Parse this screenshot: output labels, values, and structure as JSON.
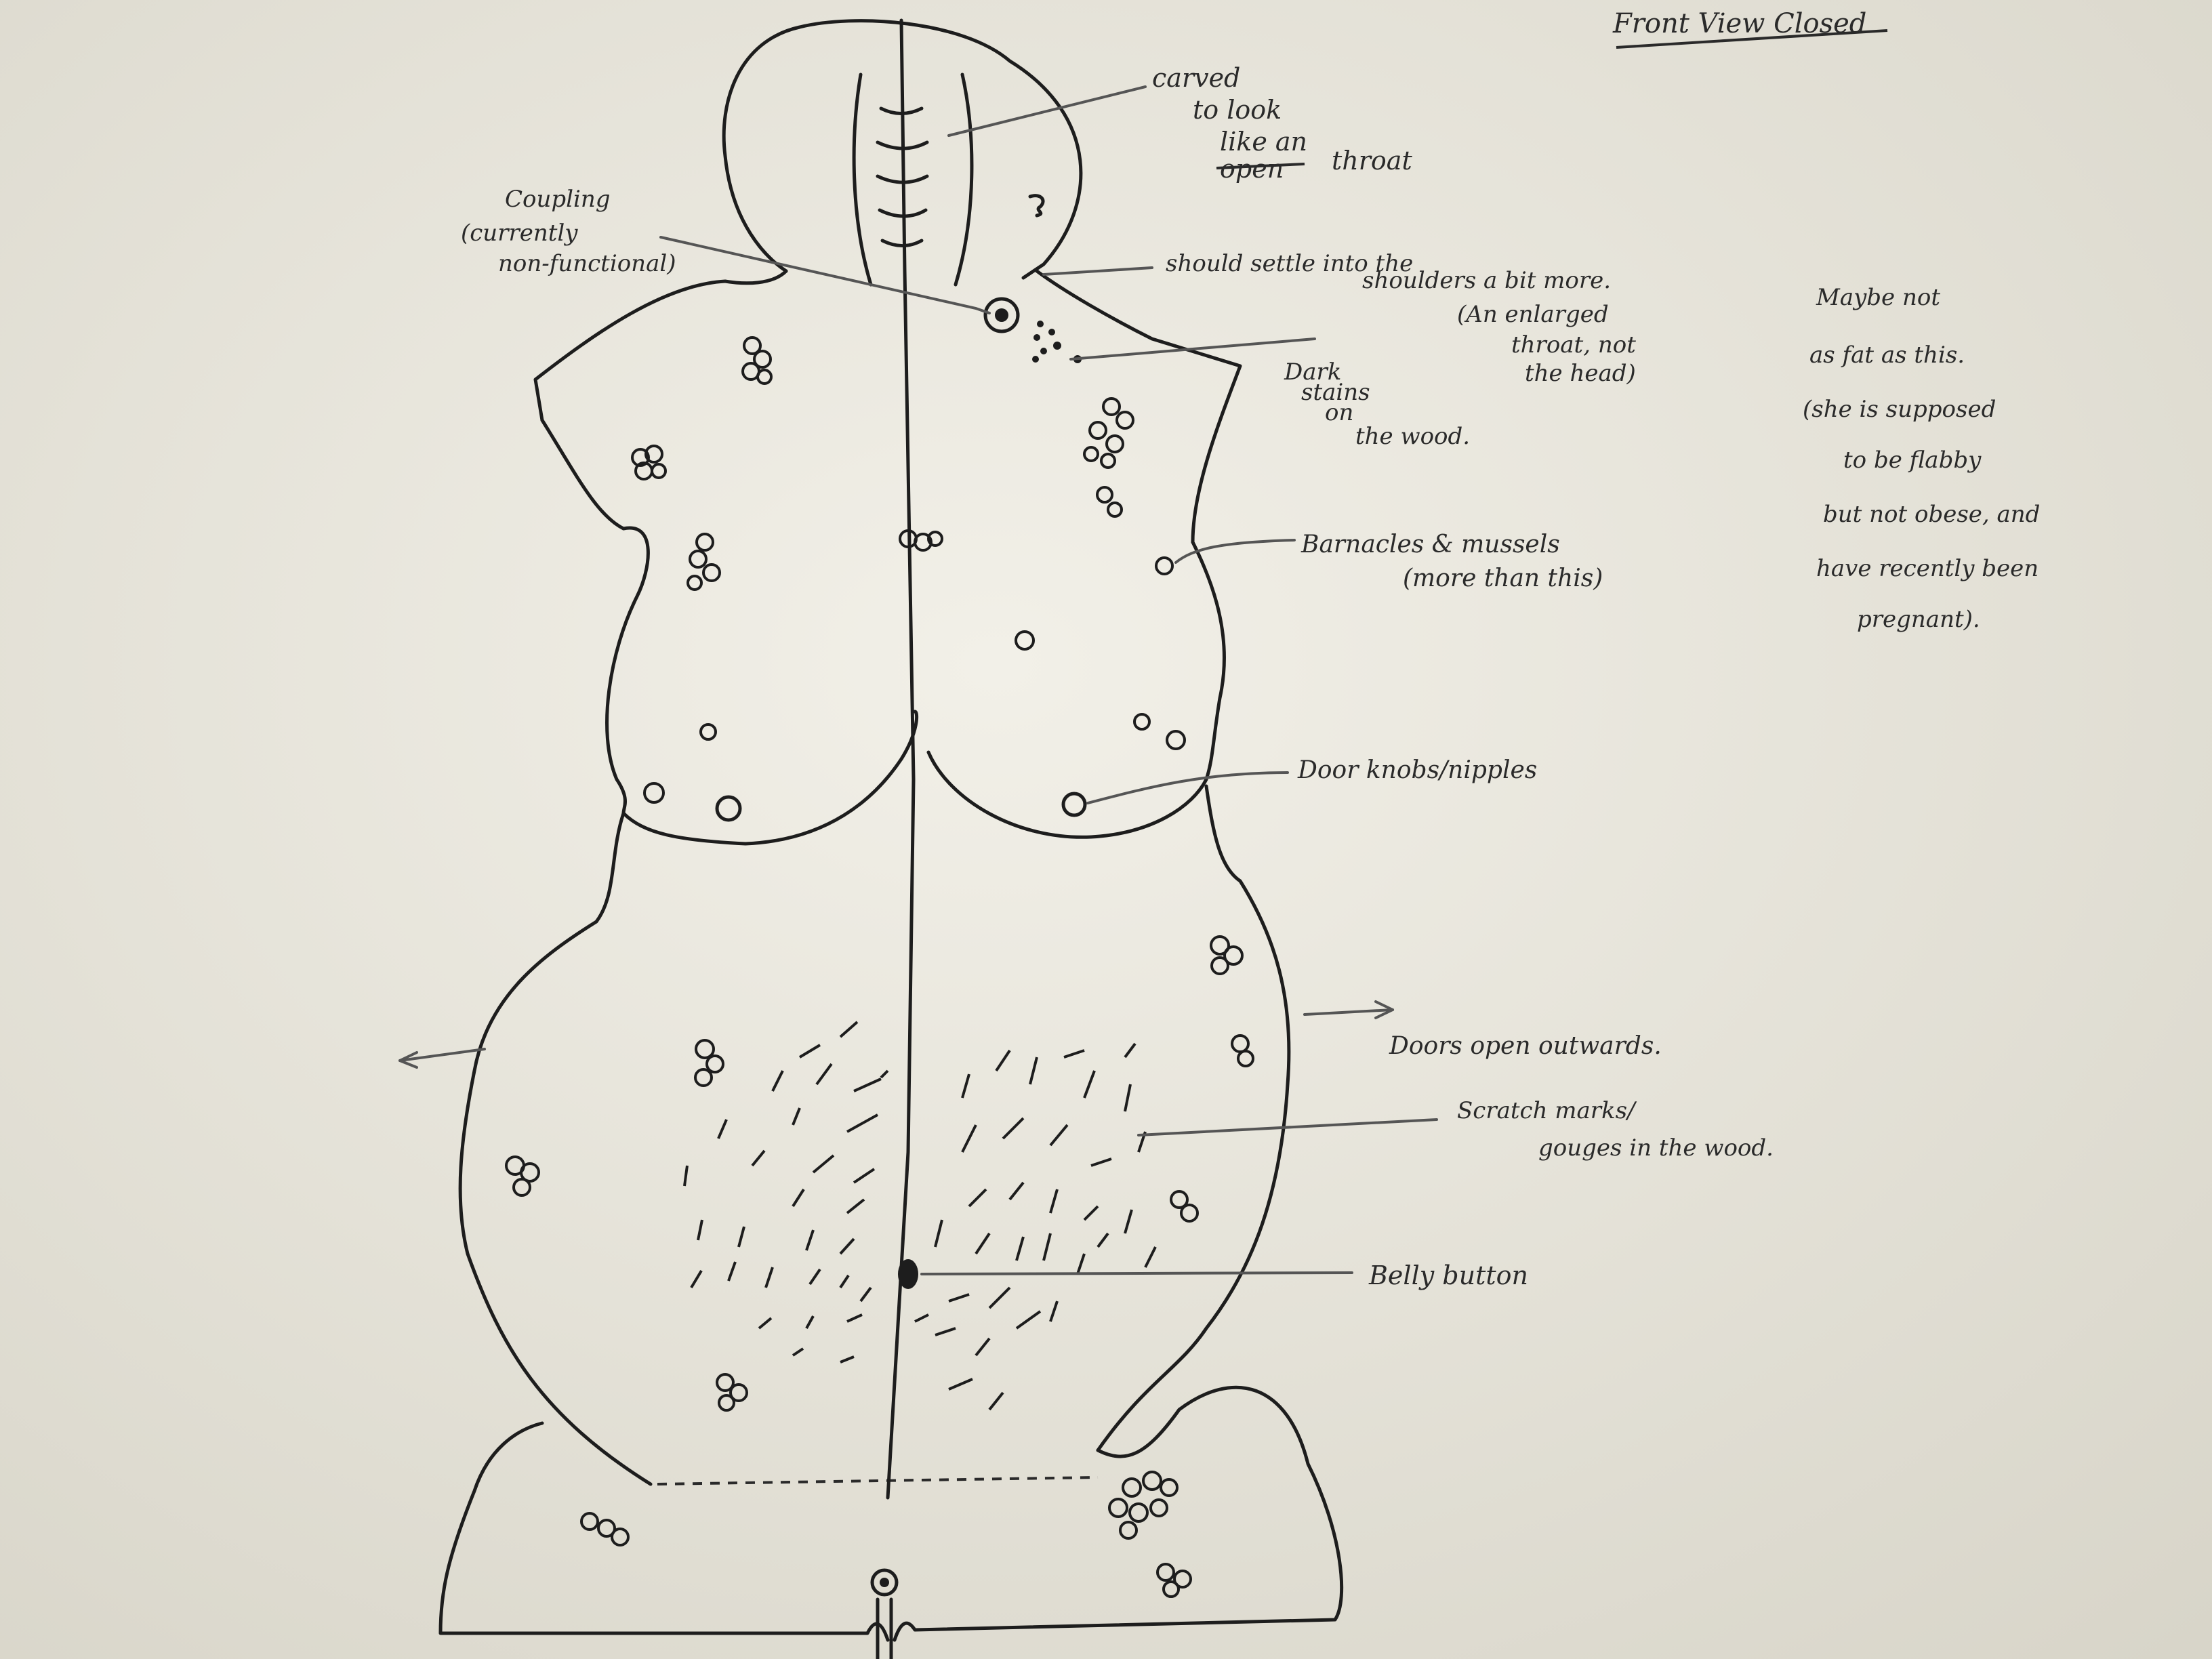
{
  "title": "Front View Closed",
  "annotations": {
    "carved": [
      "carved",
      "to look",
      "like an",
      "open",
      "throat"
    ],
    "coupling": [
      "Coupling",
      "(currently",
      "non-functional)"
    ],
    "settle": [
      "should settle into the",
      "shoulders a bit more.",
      "(An enlarged",
      "throat, not",
      "the head)"
    ],
    "stains": [
      "Dark",
      "stains",
      "on",
      "the wood."
    ],
    "maybe": [
      "Maybe not",
      "as fat as this.",
      "(she is supposed",
      "to be flabby",
      "but not obese, and",
      "have recently been",
      "pregnant)."
    ],
    "barnacles": [
      "Barnacles & mussels",
      "(more than this)"
    ],
    "doorknobs": "Door knobs/nipples",
    "doors": "Doors open outwards.",
    "scratch": [
      "Scratch marks/",
      "gouges in the wood."
    ],
    "belly": "Belly button"
  },
  "colors": {
    "paper": "#e9e6dc",
    "ink": "#1d1d1d"
  }
}
